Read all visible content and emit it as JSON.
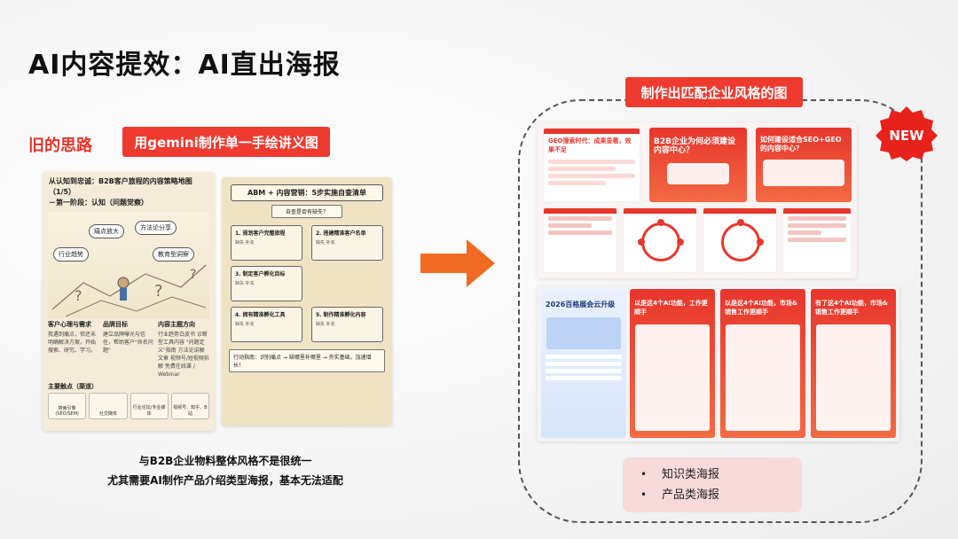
{
  "header": {
    "title": "AI内容提效：AI直出海报"
  },
  "left": {
    "old_label": "旧的思路",
    "tag": "用gemini制作单一手绘讲义图",
    "poster_a": {
      "title": "从认知到忠诚：B2B客户旅程的内容策略地图（1/5）",
      "subtitle": "－第一阶段：认知（问题觉察）",
      "bubbles": [
        "痛点放大",
        "方法论分享",
        "行业趋势",
        "教育型洞察"
      ],
      "cols": [
        {
          "head": "客户心理与需求",
          "body": "我遇到痛点，但还未明确解决方案，开始搜索、研究、学习。"
        },
        {
          "head": "品牌目标",
          "body": "建立品牌曝光与信任，帮助客户\"命名问题\""
        },
        {
          "head": "内容主题方向",
          "body": "行业趋势白皮书 诊断型工具内容 \"问题定义\"指南 方法论讲解文章 视频号/短视频拆解 免费在线课 / Webinar"
        }
      ],
      "channel_head": "主要触点（渠道）",
      "channels": [
        "搜索引擎(SEO/SEM)",
        "社交媒体",
        "行业论坛/专业媒体",
        "视频号、知乎、B站"
      ]
    },
    "poster_b": {
      "title": "ABM + 内容营销：5步实施自查清单",
      "question": "自查是否有缺失？",
      "steps": [
        {
          "name": "1. 规划客户完整旅程",
          "note": "缺失 补充"
        },
        {
          "name": "2. 搭建精准客户名单",
          "note": "缺失 补充"
        },
        {
          "name": "3. 制定客户孵化目标",
          "note": "缺失 补充"
        },
        {
          "name": "4. 拥有精准孵化工具",
          "note": "缺失 补充"
        },
        {
          "name": "5. 制作精准孵化内容",
          "note": "缺失 补充"
        }
      ],
      "footer": "行动指南：识别痛点 → 缺哪里补哪里 → 夯实基础，加速增长！"
    },
    "caption_line1": "与B2B企业物料整体风格不是很统一",
    "caption_line2": "尤其需要AI制作产品介绍类型海报，基本无法适配"
  },
  "right": {
    "tag": "制作出匹配企业风格的图",
    "badge": "NEW",
    "top_posters": [
      {
        "title": "GEO搜索时代：成果显著，效果不足"
      },
      {
        "title": "B2B企业为何必须建设内容中心？"
      },
      {
        "title": "如何建设适合SEO+GEO的内容中心？"
      }
    ],
    "bottom_posters": [
      {
        "title": "2026百格展会云升级"
      },
      {
        "title": "以是这4个AI功能，工作更顺手"
      },
      {
        "title": "以是这4个AI功能，市场&销售工作更顺手"
      },
      {
        "title": "有了这4个AI功能，市场&销售工作更顺手"
      }
    ],
    "bullets": [
      "知识类海报",
      "产品类海报"
    ]
  },
  "colors": {
    "accent": "#ee3a2f",
    "bullet_bg": "#f8dada"
  }
}
